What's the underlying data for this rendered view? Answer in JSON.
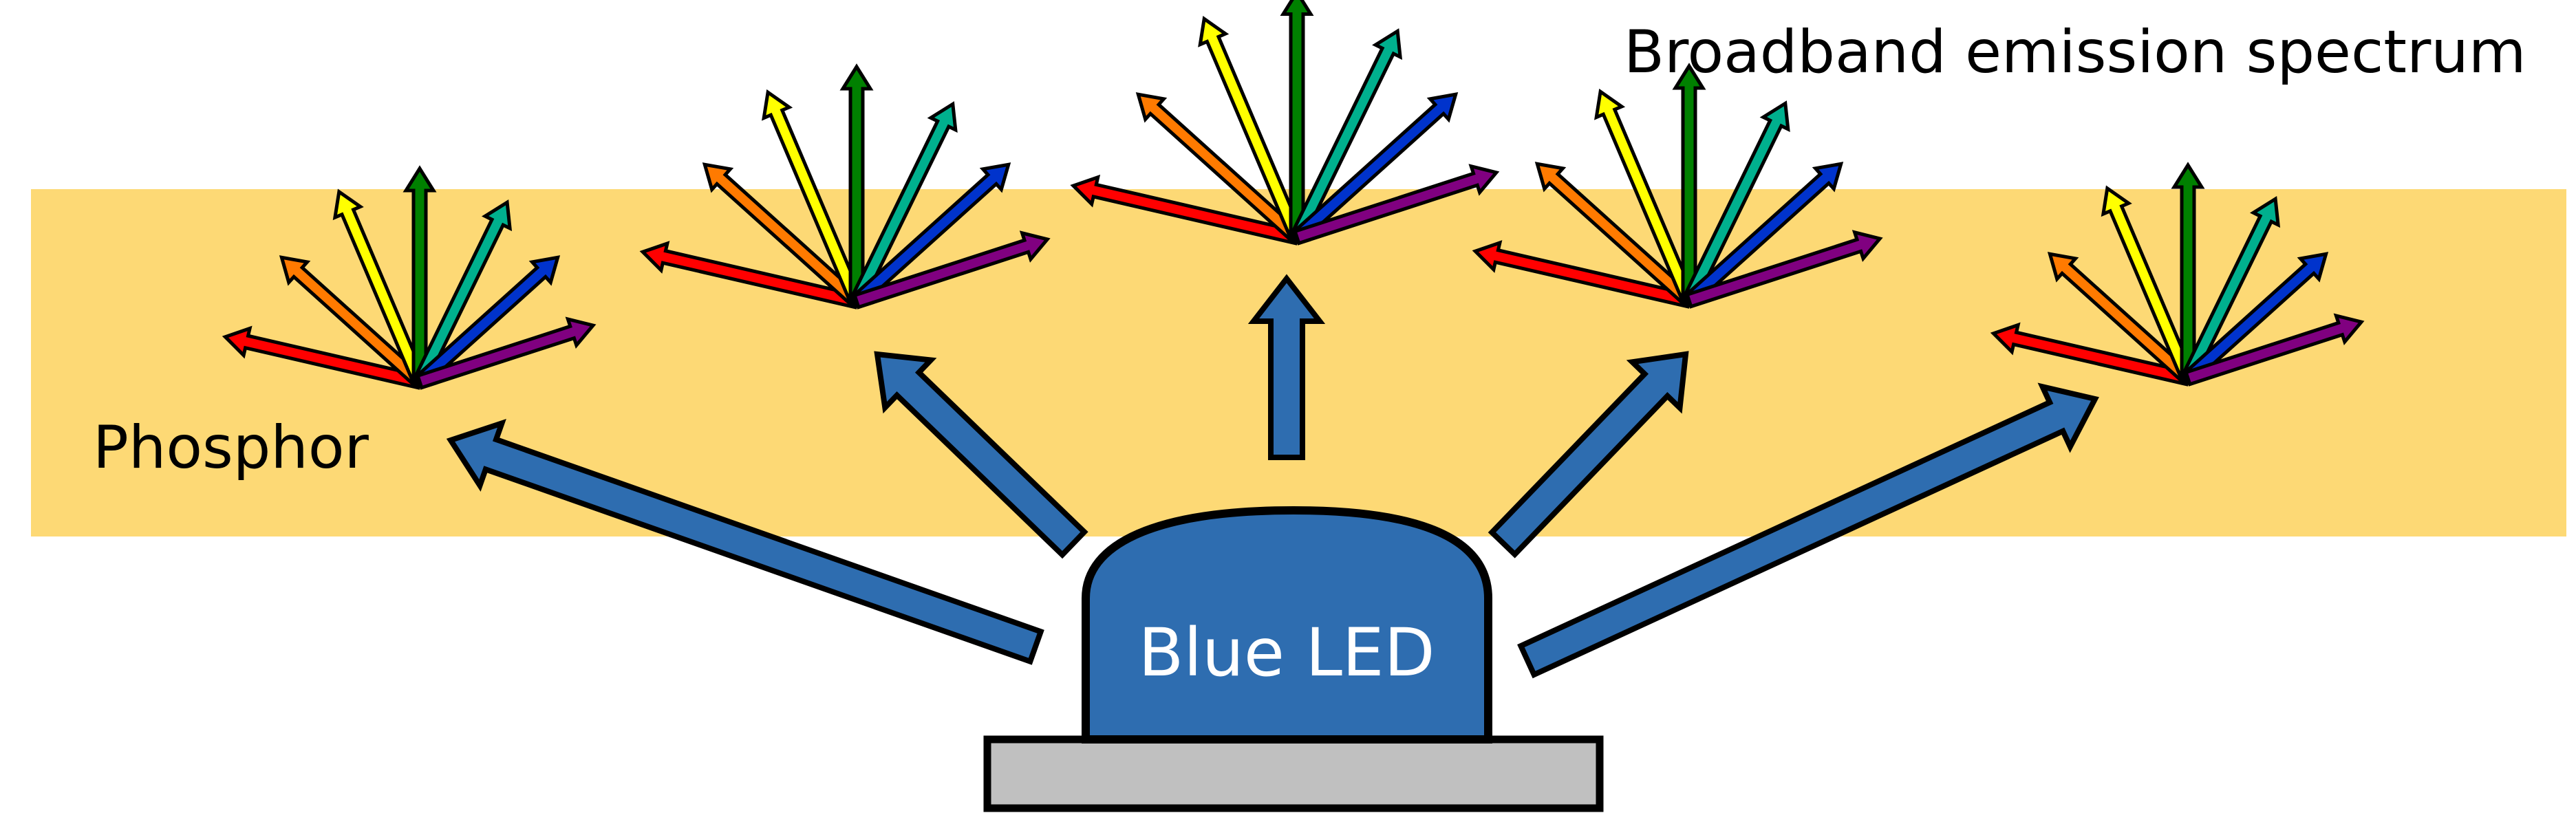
{
  "labels": {
    "phosphor": "Phosphor",
    "emission": "Broadband emission spectrum",
    "led": "Blue LED"
  },
  "colors": {
    "phosphor_band": "#FDD975",
    "led_body": "#2E6DB0",
    "base": "#C0C0C0",
    "blue_arrow": "#2E6DB0",
    "outline": "#000000",
    "spectrum": [
      "#FF0000",
      "#FF7A00",
      "#FFFF00",
      "#008000",
      "#00B08E",
      "#0033CC",
      "#800080"
    ]
  },
  "icons": {
    "excitation": "blue-arrow-icon",
    "spectrum_fan": "rainbow-arrow-fan-icon",
    "led": "led-dome-icon"
  }
}
